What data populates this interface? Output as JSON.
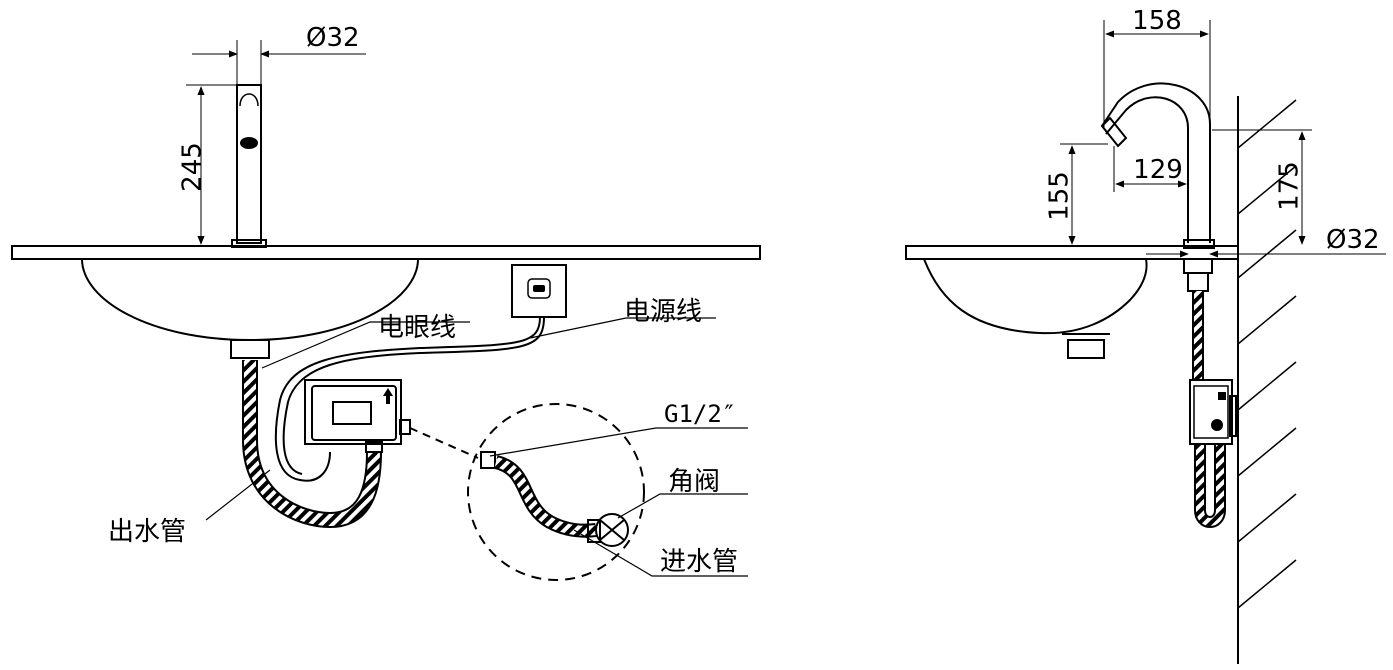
{
  "front_view": {
    "dim_diameter": "Ø32",
    "dim_height": "245",
    "label_sensor_wire": "电眼线",
    "label_power_wire": "电源线",
    "label_outlet_hose": "出水管",
    "label_thread": "G1/2″",
    "label_angle_valve": "角阀",
    "label_inlet_hose": "进水管"
  },
  "side_view": {
    "dim_reach": "158",
    "dim_inner": "129",
    "dim_spout_height": "155",
    "dim_total_height": "175",
    "dim_diameter": "Ø32"
  },
  "colors": {
    "line": "#000000",
    "background": "#ffffff"
  }
}
